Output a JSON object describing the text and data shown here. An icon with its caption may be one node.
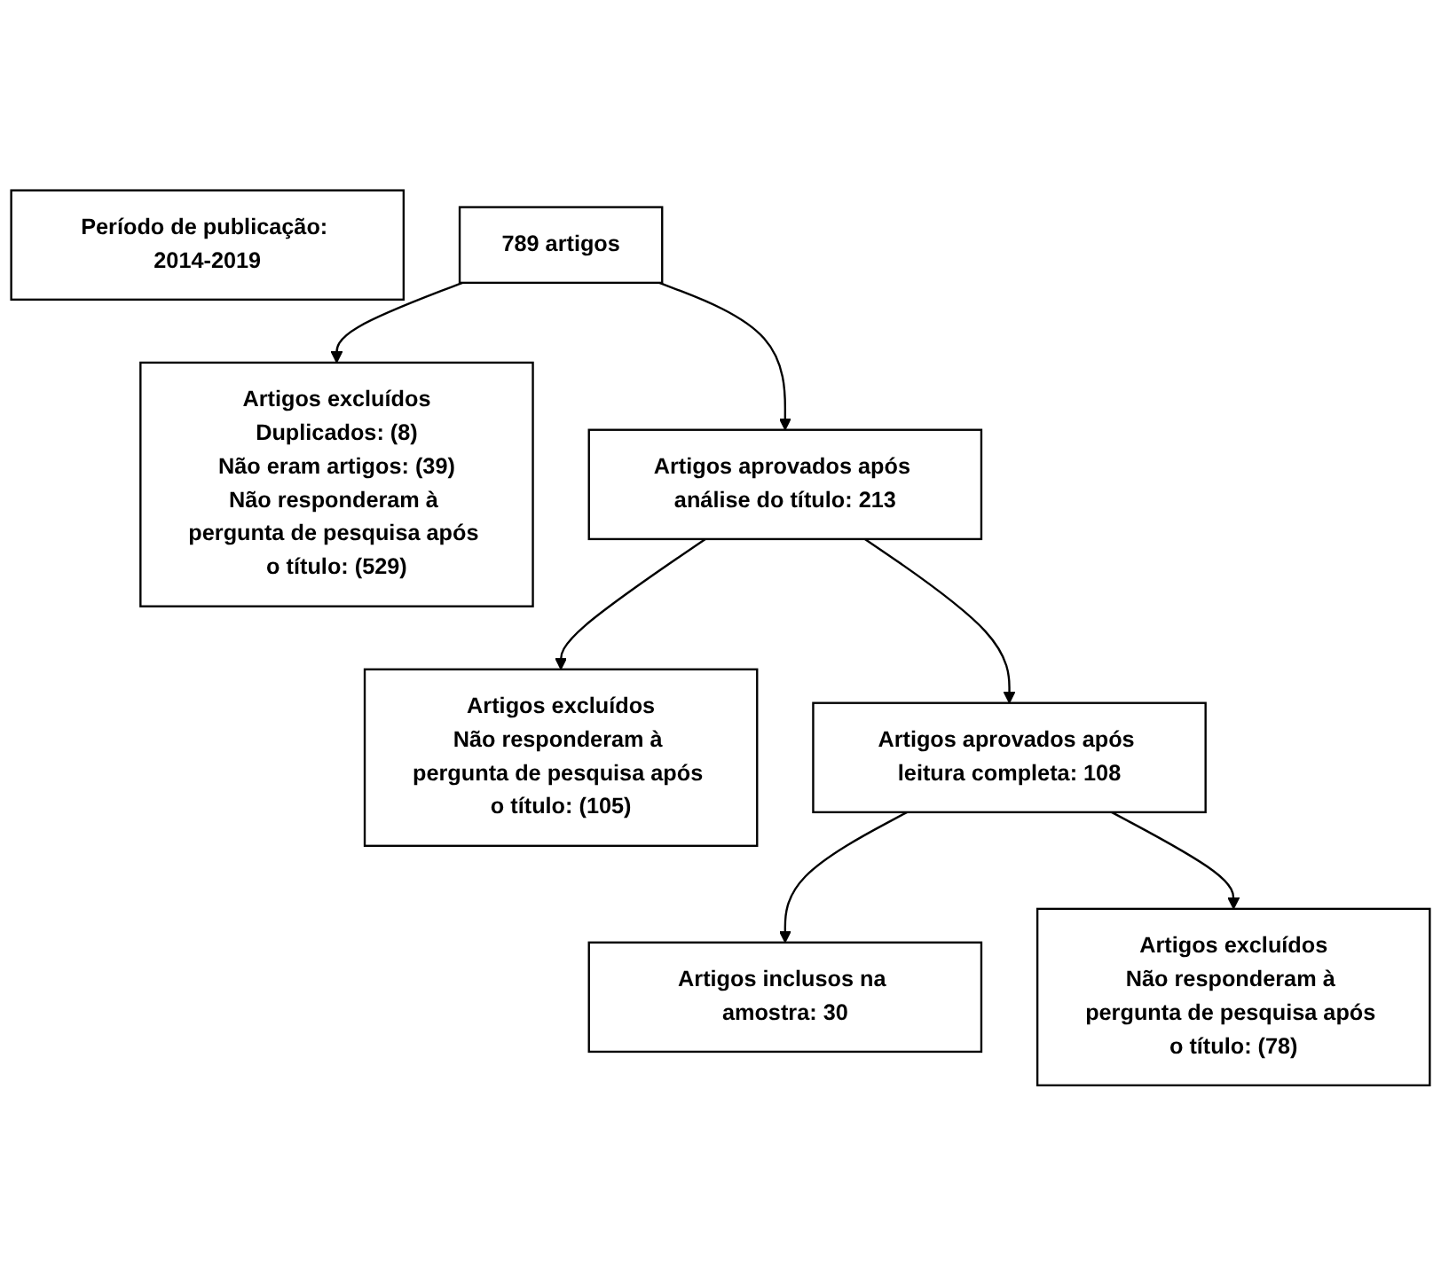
{
  "diagram": {
    "nodes": [
      {
        "text": [
          "Período de publicação: 2014-2019"
        ]
      },
      {
        "text": [
          "789 artigos"
        ]
      },
      {
        "text": [
          "Artigos excluídos",
          "Duplicados: (8)",
          "Não eram artigos: (39)",
          "Não responderam à pergunta de pesquisa após o título: (529)"
        ]
      },
      {
        "text": [
          "Artigos aprovados após análise do título: 213"
        ]
      },
      {
        "text": [
          "Artigos excluídos",
          "Não responderam à pergunta de pesquisa após o título: (105)"
        ]
      },
      {
        "text": [
          "Artigos aprovados após leitura completa: 108"
        ]
      },
      {
        "text": [
          "Artigos excluídos",
          "Não responderam à pergunta de pesquisa após o título: (78)"
        ]
      },
      {
        "text": [
          "Artigos inclusos na amostra: 30"
        ]
      }
    ],
    "edges": [
      {
        "from": 1,
        "to": 3,
        "arrow": "to"
      },
      {
        "from": 1,
        "to": 2,
        "arrow": "to"
      },
      {
        "from": 3,
        "to": 5,
        "arrow": "to"
      },
      {
        "from": 3,
        "to": 4,
        "arrow": "to"
      },
      {
        "from": 5,
        "to": 7,
        "arrow": "to"
      },
      {
        "from": 5,
        "to": 6,
        "arrow": "to"
      }
    ]
  }
}
